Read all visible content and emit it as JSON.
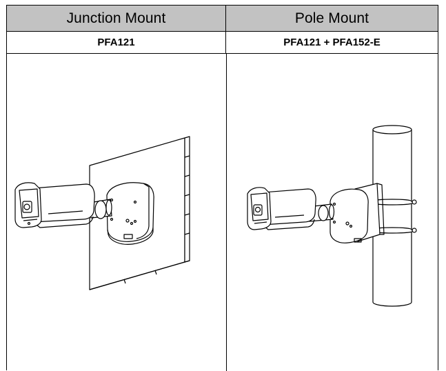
{
  "table": {
    "headers": [
      "Junction Mount",
      "Pole Mount"
    ],
    "models": [
      "PFA121",
      "PFA121 + PFA152-E"
    ]
  },
  "figures": [
    {
      "depicts": "bullet camera mounted on junction box against wall"
    },
    {
      "depicts": "bullet camera mounted on pole with junction box and straps"
    }
  ]
}
